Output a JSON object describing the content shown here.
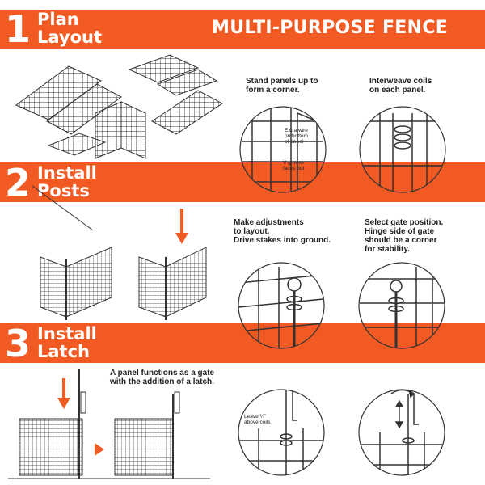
{
  "title": "MULTI-PURPOSE FENCE",
  "steps": [
    {
      "number": "1",
      "label_line1": "Plan",
      "label_line2": "Layout"
    },
    {
      "number": "2",
      "label_line1": "Install",
      "label_line2": "Posts"
    },
    {
      "number": "3",
      "label_line1": "Install",
      "label_line2": "Latch"
    }
  ],
  "captions": {
    "stand_panels": "Stand panels up to\nform a corner.",
    "interweave": "Interweave coils\non each panel.",
    "adjustments": "Make adjustments\nto layout.\nDrive stakes into ground.",
    "gate_position": "Select gate position.\nHinge side of gate\nshould be a corner\nfor stability.",
    "gate_latch": "A panel functions as a gate\nwith the addition of a latch."
  },
  "callouts": {
    "extra_wire": "Extra wire\non bottom\nof panel",
    "v_groove": "V groove\nfaces out",
    "leave_gap": "Leave ¼\"\nabove coils"
  },
  "colors": {
    "accent": "#f15a22",
    "line": "#333333",
    "background": "#ffffff"
  },
  "icons": [
    "down-arrow-icon",
    "right-arrow-icon",
    "rotate-arrow-icon",
    "up-down-arrow-icon"
  ]
}
